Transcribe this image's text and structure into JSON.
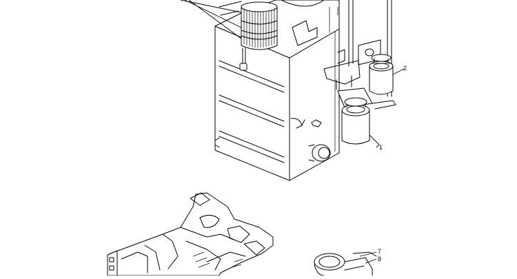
{
  "callouts": {
    "c1": "1",
    "c2": "2",
    "c7": "7",
    "c8": "8"
  }
}
